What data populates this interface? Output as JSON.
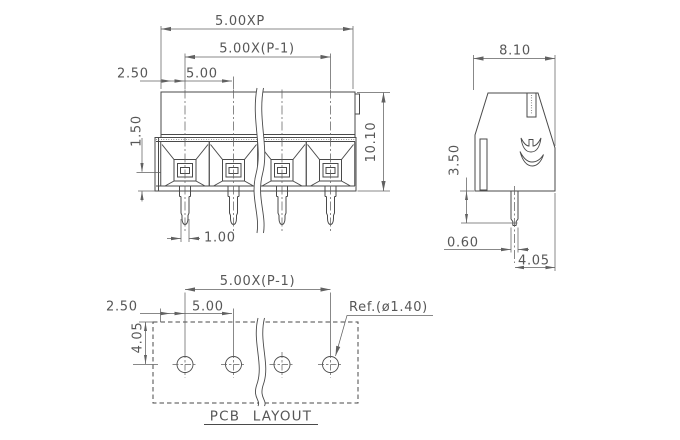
{
  "drawing": {
    "background": "#ffffff",
    "line_color": "#4a4a4a",
    "dim_color": "#616161",
    "text_color": "#575757",
    "front_view": {
      "dim_total_width": "5.00XP",
      "dim_span": "5.00X(P-1)",
      "dim_edge_offset": "2.50",
      "dim_pitch": "5.00",
      "dim_step_height": "1.50",
      "dim_body_height": "10.10",
      "dim_pin_width": "1.00",
      "positions": 4
    },
    "side_view": {
      "dim_body_depth": "8.10",
      "dim_pin_length": "3.50",
      "dim_pin_thickness": "0.60",
      "dim_pin_to_edge": "4.05"
    },
    "pcb_layout": {
      "title": "PCB LAYOUT",
      "dim_span": "5.00X(P-1)",
      "dim_edge_offset": "2.50",
      "dim_pitch": "5.00",
      "dim_row_offset": "4.05",
      "hole_ref": "Ref.(ø1.40)",
      "holes": 4
    }
  }
}
